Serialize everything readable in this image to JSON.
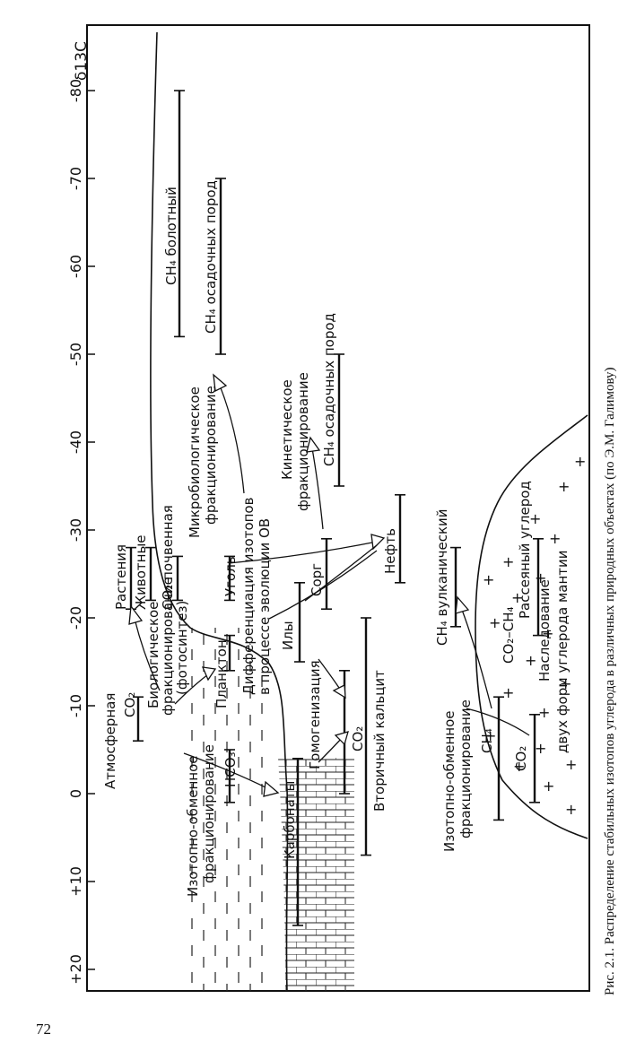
{
  "page_number": "72",
  "caption": "Рис. 2.1. Распределение стабильных изотопов углерода в различных природных объектах (по Э.М. Галимову)",
  "axis": {
    "title": "δ13C",
    "ticks": [
      "-80",
      "-70",
      "-60",
      "-50",
      "-40",
      "-30",
      "-20",
      "-10",
      "0",
      "+10",
      "+20"
    ]
  },
  "chart_data": {
    "type": "range",
    "axis_title": "δ13C",
    "axis_range": [
      20,
      -85
    ],
    "ranges": [
      {
        "label": "CH4 болотный",
        "from": -52,
        "to": -80
      },
      {
        "label": "CH4 осадочных пород",
        "from": -50,
        "to": -70
      },
      {
        "label": "CH4 осадочных пород",
        "from": -35,
        "to": -50
      },
      {
        "label": "Растения",
        "from": -21,
        "to": -28
      },
      {
        "label": "Животные",
        "from": -22,
        "to": -28
      },
      {
        "label": "CO2 почвенная",
        "from": -22,
        "to": -27
      },
      {
        "label": "Уголь",
        "from": -22,
        "to": -27
      },
      {
        "label": "Сорг",
        "from": -21,
        "to": -29
      },
      {
        "label": "Нефть",
        "from": -24,
        "to": -34
      },
      {
        "label": "Илы",
        "from": -15,
        "to": -24
      },
      {
        "label": "Планктон",
        "from": -14,
        "to": -18
      },
      {
        "label": "CO2",
        "from": -6,
        "to": -11
      },
      {
        "label": "HCO3",
        "from": 1,
        "to": -5
      },
      {
        "label": "Карбонаты",
        "from": 15,
        "to": -4
      },
      {
        "label": "Вторичный кальцит",
        "from": 7,
        "to": -20
      },
      {
        "label": "CO2",
        "from": 0,
        "to": -14
      },
      {
        "label": "CH4 вулканический",
        "from": -19,
        "to": -28
      },
      {
        "label": "CH4",
        "from": 3,
        "to": -11
      },
      {
        "label": "CO2",
        "from": 1,
        "to": -9
      },
      {
        "label": "Рассеяный углерод",
        "from": -18,
        "to": -29
      }
    ]
  },
  "labels": {
    "ch4_boloty": "CH₄ болотный",
    "ch4_osad_1": "CH₄ осадочных пород",
    "ch4_osad_2": "CH₄ осадочных пород",
    "mikrobio_1": "Микробиологическое",
    "mikrobio_2": "фракционирование",
    "kinet_1": "Кинетическое",
    "kinet_2": "фракционирование",
    "difer_1": "Дифференциация изотопов",
    "difer_2": "в процессе эволюции ОВ",
    "rasteniya": "Растения",
    "zhivotnye": "Животные",
    "co2_poch": "CO₂ почвенная",
    "ugol": "Уголь",
    "sorg": "Сорг",
    "neft": "Нефть",
    "ily": "Илы",
    "bio_1": "Биологическое",
    "bio_2": "фракционирование",
    "bio_3": "(фотосинтез)",
    "plankton": "Планктон",
    "atm_1": "Атмосферная",
    "atm_2": "CO₂",
    "izo_1": "Изотопно-обменное",
    "izo_2": "фракционирование",
    "hco3": "HCO₃",
    "karbonaty": "Карбонаты",
    "gomogen": "Гомогенизация",
    "co2_mid": "CO₂",
    "vtor_kalcit": "Вторичный кальцит",
    "ch4_vulk": "CH₄ вулканический",
    "izo_r_1": "Изотопно-обменное",
    "izo_r_2": "фракционирование",
    "ch4_low": "CH₄",
    "co2_low": "CO₂",
    "co2_ch4": "CO₂–CH₄",
    "rasseyan": "Рассеяный углерод",
    "nasled_1": "Наследование",
    "nasled_2": "двух форм углерода мантии"
  }
}
